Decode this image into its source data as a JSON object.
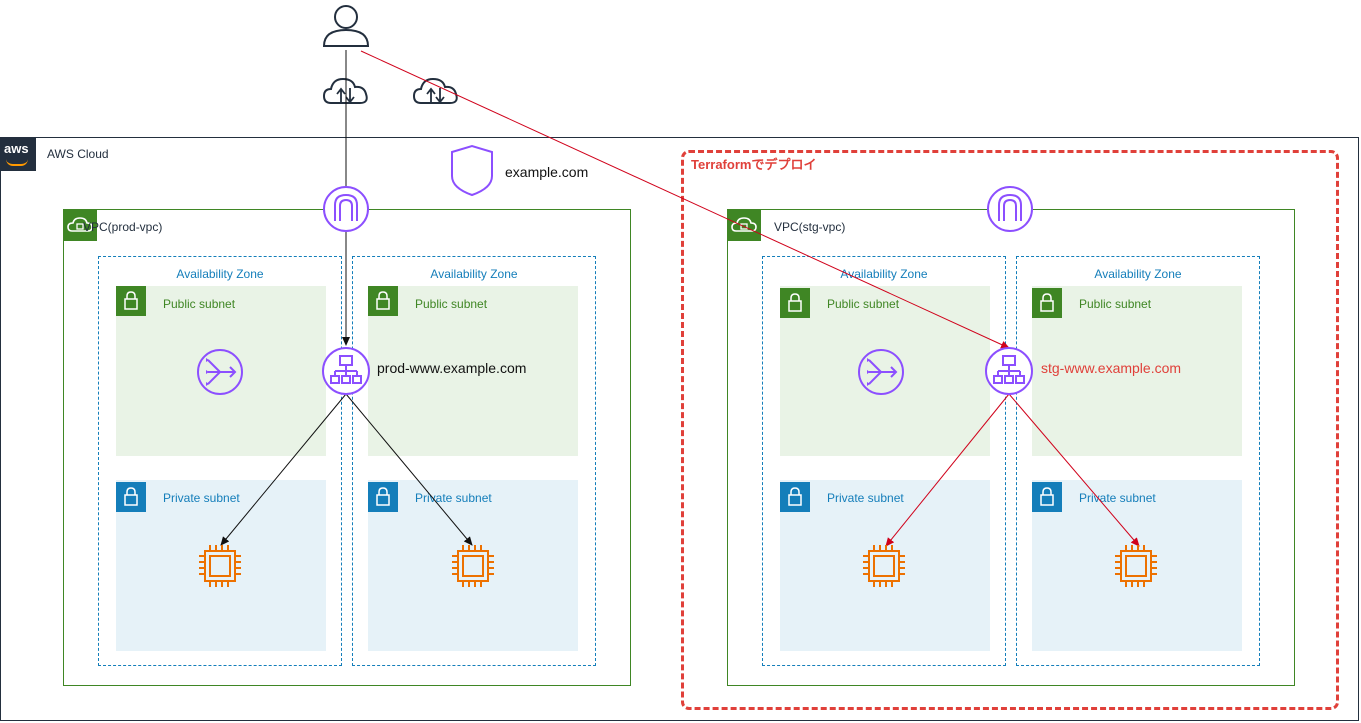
{
  "aws_cloud": {
    "label": "AWS Cloud",
    "badge_text": "aws"
  },
  "route53": {
    "domain": "example.com"
  },
  "terraform": {
    "label": "Terraformでデプロイ"
  },
  "vpcs": [
    {
      "label": "VPC(prod-vpc)",
      "load_balancer": "prod-www.example.com",
      "azs": [
        {
          "label": "Availability Zone",
          "public": "Public subnet",
          "private": "Private subnet"
        },
        {
          "label": "Availability Zone",
          "public": "Public subnet",
          "private": "Private subnet"
        }
      ]
    },
    {
      "label": "VPC(stg-vpc)",
      "load_balancer": "stg-www.example.com",
      "azs": [
        {
          "label": "Availability Zone",
          "public": "Public subnet",
          "private": "Private subnet"
        },
        {
          "label": "Availability Zone",
          "public": "Public subnet",
          "private": "Private subnet"
        }
      ]
    }
  ],
  "colors": {
    "vpc_green": "#3f8624",
    "az_blue": "#147eba",
    "resource_purple": "#8c4fff",
    "ec2_orange": "#ed7100",
    "terraform_red": "#e0403a"
  },
  "icons": [
    "user-icon",
    "internet-cloud-icon",
    "route53-shield-icon",
    "internet-gateway-icon",
    "nat-gateway-icon",
    "load-balancer-icon",
    "ec2-instance-icon",
    "lock-icon",
    "vpc-cloud-icon"
  ]
}
